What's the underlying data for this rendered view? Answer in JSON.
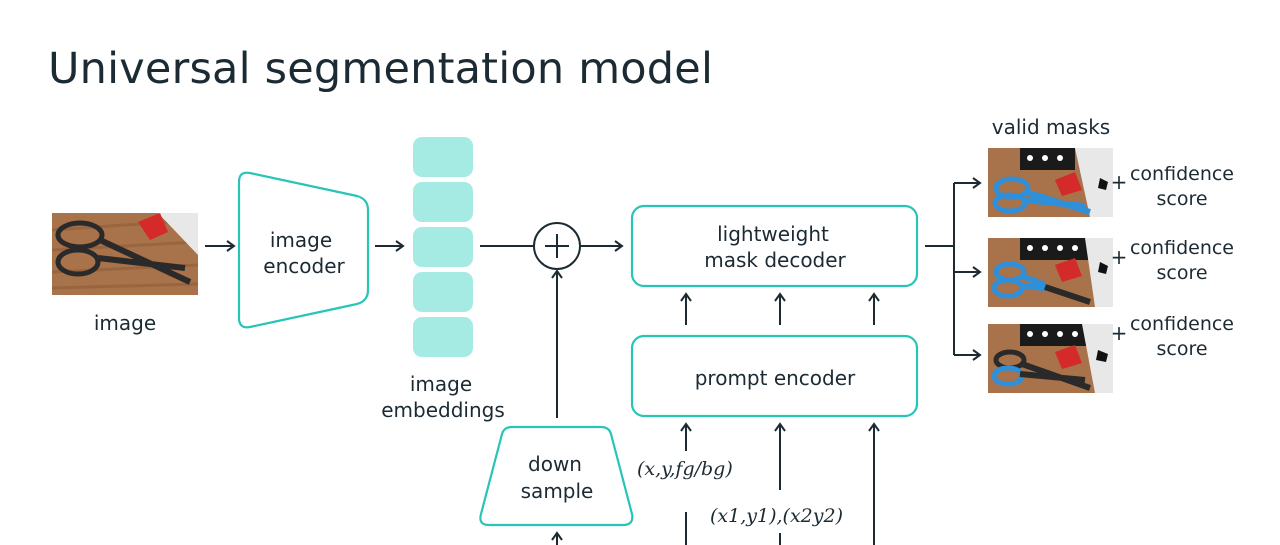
{
  "title": "Universal segmentation model",
  "labels": {
    "input_image": "image",
    "image_encoder_line1": "image",
    "image_encoder_line2": "encoder",
    "embeddings_line1": "image",
    "embeddings_line2": "embeddings",
    "decoder_line1": "lightweight",
    "decoder_line2": "mask decoder",
    "prompt_encoder": "prompt encoder",
    "down_sample_line1": "down",
    "down_sample_line2": "sample",
    "point_prompt": "(x,y,fg/bg)",
    "box_prompt": "(x1,y1),(x2y2)",
    "valid_masks": "valid masks",
    "plus": "+",
    "confidence_line1": "confidence",
    "confidence_line2": "score"
  },
  "colors": {
    "teal_outline": "#27c4b8",
    "embedding_fill": "#a5ebe3",
    "text": "#1c2b33",
    "mask_blue": "#2f8fd8"
  },
  "icons": {
    "combine": "circle-plus-icon"
  }
}
